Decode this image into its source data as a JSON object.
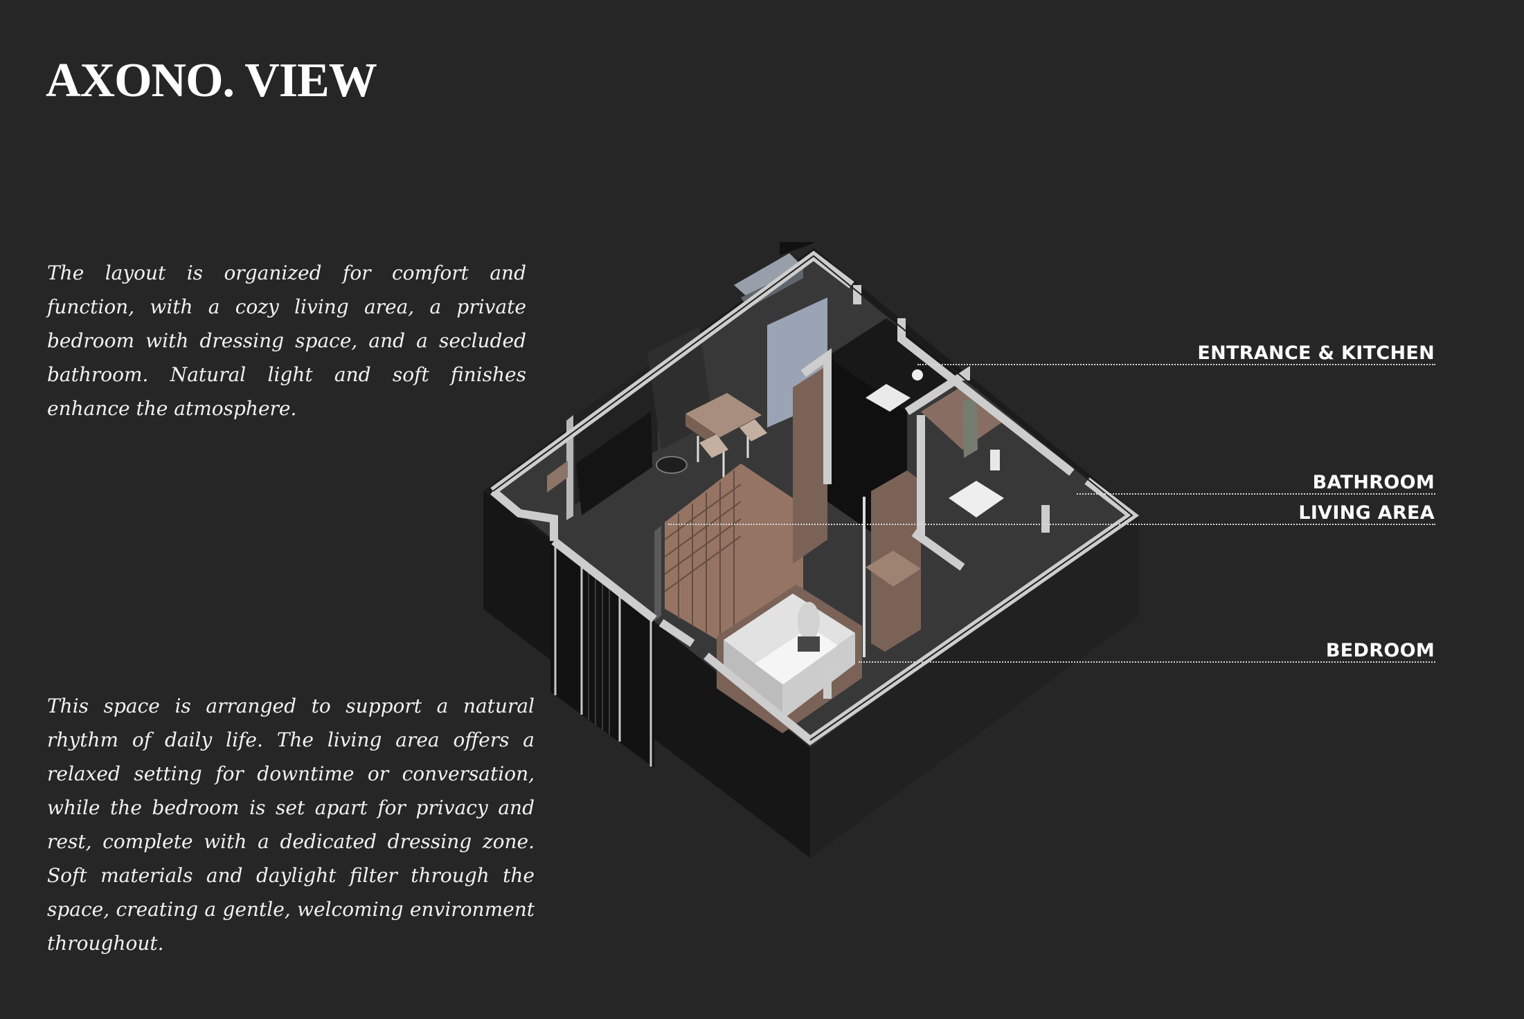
{
  "page": {
    "title": "AXONO. VIEW",
    "background": "rgb(38, 38, 38)"
  },
  "paragraphs": [
    {
      "text": "The layout is organized for comfort and function, with a cozy living area, a private bedroom with dressing space, and a secluded bathroom. Natural light and soft finishes enhance the  atmosphere."
    },
    {
      "text": "This space is arranged to support a natural rhythm of daily life. The living area offers a relaxed setting for downtime or conversation, while the bedroom is set apart for privacy and rest, complete with a dedicated dressing zone. Soft materials and daylight filter through the space, creating a gentle, welcoming environment throughout."
    }
  ],
  "labels": {
    "entrance_kitchen": "ENTRANCE & KITCHEN",
    "bathroom": "BATHROOM",
    "living_area": "LIVING AREA",
    "bedroom": "BEDROOM"
  },
  "colors": {
    "wall": "rgb(200, 200, 200)",
    "wood": "rgb(122, 98, 87)",
    "floor": "rgb(58, 58, 58)",
    "base": "rgb(30, 30, 30)"
  }
}
